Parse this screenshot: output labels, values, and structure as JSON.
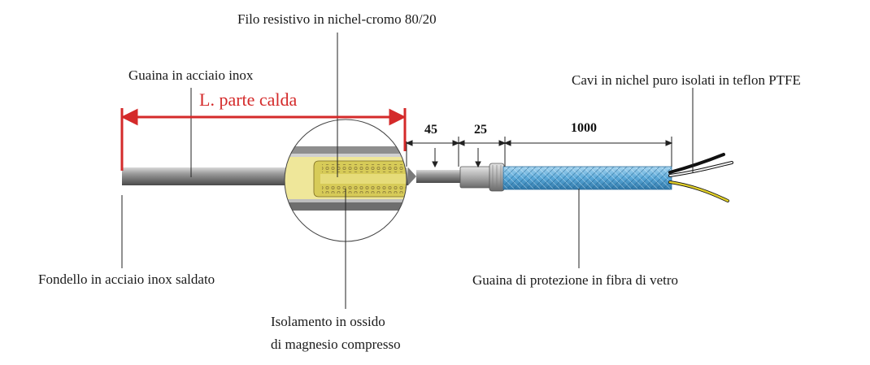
{
  "labels": {
    "resistive_wire": "Filo resistivo in nichel-cromo 80/20",
    "sheath": "Guaina in acciaio inox",
    "hot_length": "L. parte calda",
    "cables": "Cavi in nichel puro isolati in teflon PTFE",
    "end_cap": "Fondello in acciaio inox saldato",
    "glass_sheath": "Guaina di protezione in fibra di vetro",
    "insulation_line1": "Isolamento in ossido",
    "insulation_line2": "di magnesio compresso"
  },
  "dimensions": {
    "d1": "45",
    "d2": "25",
    "d3": "1000"
  },
  "colors": {
    "hot_length_arrow": "#d42a2a",
    "braid": "#5aa8d8",
    "insulation": "#efe79a"
  }
}
